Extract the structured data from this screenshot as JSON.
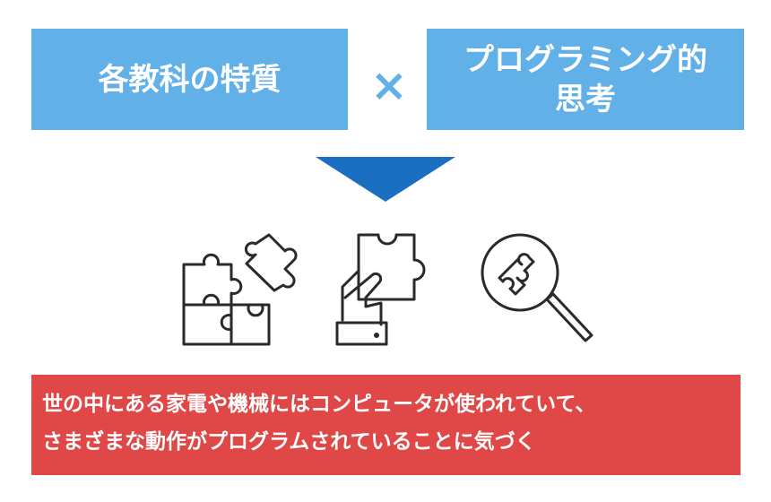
{
  "left_box": {
    "label": "各教科の特質"
  },
  "operator": {
    "symbol": "×"
  },
  "right_box": {
    "line1": "プログラミング的",
    "line2": "思考"
  },
  "icons": [
    "puzzle-pieces-icon",
    "hand-holding-puzzle-icon",
    "magnifier-puzzle-icon"
  ],
  "result_box": {
    "line1": "世の中にある家電や機械にはコンピュータが使われていて、",
    "line2": "さまざまな動作がプログラムされていることに気づく"
  },
  "colors": {
    "blue_box": "#62b0e8",
    "arrow": "#1a6fc0",
    "red_box": "#e04848"
  }
}
